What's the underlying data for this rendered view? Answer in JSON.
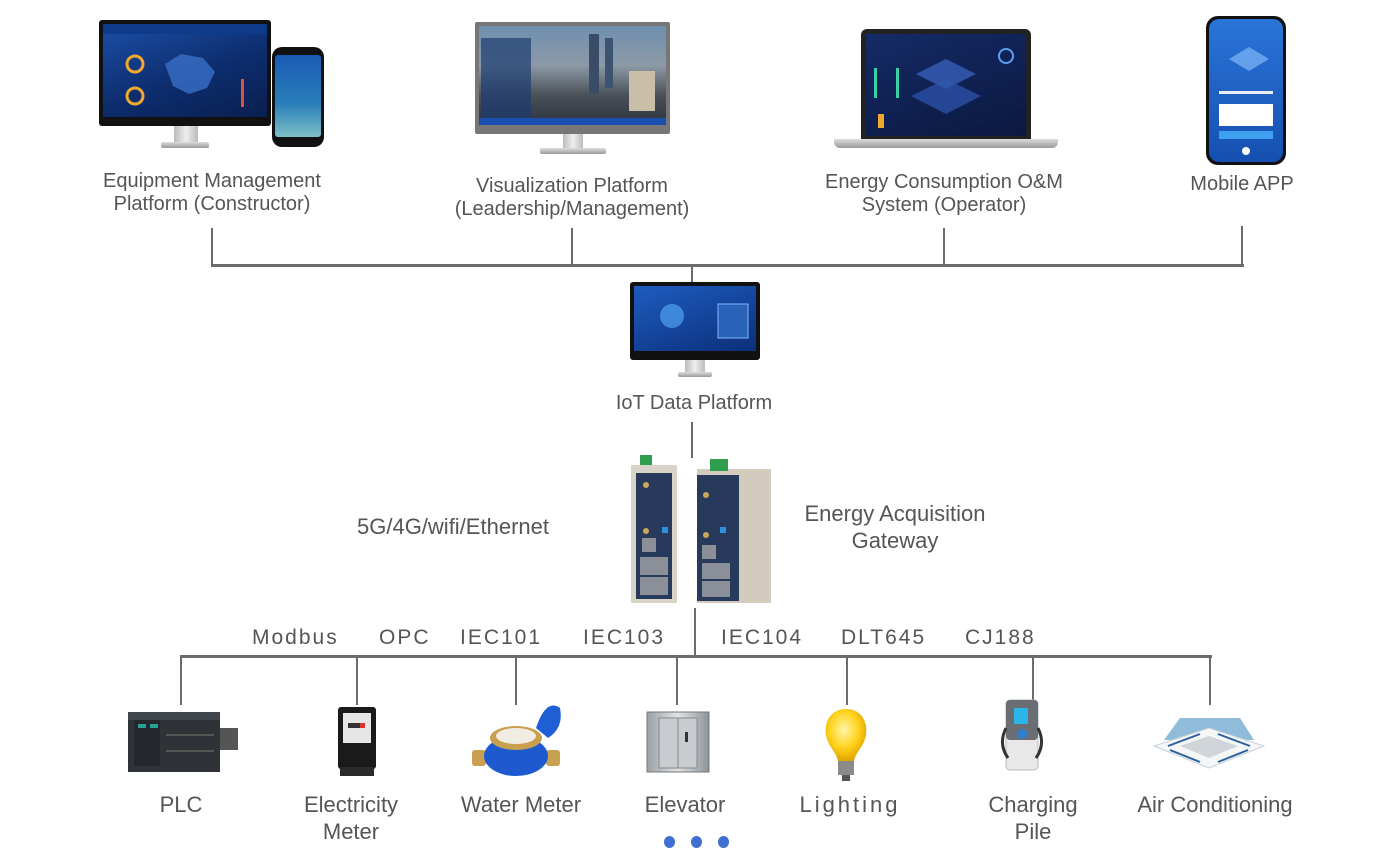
{
  "diagram": {
    "title": "",
    "top_tier": [
      {
        "id": "equipment-management-platform",
        "label_line1": "Equipment Management",
        "label_line2": "Platform (Constructor)",
        "icon": "monitor-and-phone-icon"
      },
      {
        "id": "visualization-platform",
        "label_line1": "Visualization Platform",
        "label_line2": "(Leadership/Management)",
        "icon": "monitor-icon"
      },
      {
        "id": "energy-consumption-om-system",
        "label_line1": "Energy Consumption O&M",
        "label_line2": "System (Operator)",
        "icon": "laptop-icon"
      },
      {
        "id": "mobile-app",
        "label_line1": "Mobile APP",
        "label_line2": "",
        "icon": "smartphone-icon"
      }
    ],
    "platform": {
      "label": "IoT Data Platform",
      "icon": "monitor-icon"
    },
    "gateway": {
      "label_line1": "Energy Acquisition",
      "label_line2": "Gateway",
      "connectivity": "5G/4G/wifi/Ethernet",
      "icon": "gateway-router-icon"
    },
    "protocols": [
      "Modbus",
      "OPC",
      "IEC101",
      "IEC103",
      "IEC104",
      "DLT645",
      "CJ188"
    ],
    "devices": [
      {
        "label_line1": "PLC",
        "label_line2": "",
        "icon": "plc-icon"
      },
      {
        "label_line1": "Electricity",
        "label_line2": "Meter",
        "icon": "electricity-meter-icon"
      },
      {
        "label_line1": "Water Meter",
        "label_line2": "",
        "icon": "water-meter-icon"
      },
      {
        "label_line1": "Elevator",
        "label_line2": "",
        "icon": "elevator-icon"
      },
      {
        "label_line1": "Lighting",
        "label_line2": "",
        "icon": "light-bulb-icon"
      },
      {
        "label_line1": "Charging",
        "label_line2": "Pile",
        "icon": "charging-pile-icon"
      },
      {
        "label_line1": "Air Conditioning",
        "label_line2": "",
        "icon": "air-conditioner-icon"
      }
    ],
    "more_indicator": "ellipsis-dots-icon",
    "colors": {
      "line": "#6b6b6b",
      "text": "#555555",
      "accent_dots": "#3f6fd1",
      "screen_blue": "#1b4fa8"
    }
  }
}
